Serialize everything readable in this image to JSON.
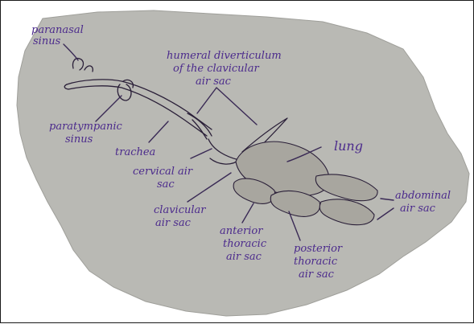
{
  "labels": {
    "paranasal_sinus": [
      "paranasal",
      "sinus"
    ],
    "paratympanic_sinus": [
      "paratympanic",
      "sinus"
    ],
    "humeral_diverticulum": [
      "humeral diverticulum",
      "of the clavicular",
      "air sac"
    ],
    "lung": [
      "lung"
    ],
    "trachea": [
      "trachea"
    ],
    "cervical_air_sac": [
      "cervical air",
      "sac"
    ],
    "clavicular_air_sac": [
      "clavicular",
      "air sac"
    ],
    "anterior_thoracic_air_sac": [
      "anterior",
      "thoracic",
      "air sac"
    ],
    "posterior_thoracic_air_sac": [
      "posterior",
      "thoracic",
      "air sac"
    ],
    "abdominal_air_sac": [
      "abdominal",
      "air sac"
    ]
  },
  "colors": {
    "paper": "#b9b9b4",
    "label_ink": "#4b2a8c",
    "line_ink": "#2a1f38",
    "sac_fill": "#a8a69f"
  }
}
